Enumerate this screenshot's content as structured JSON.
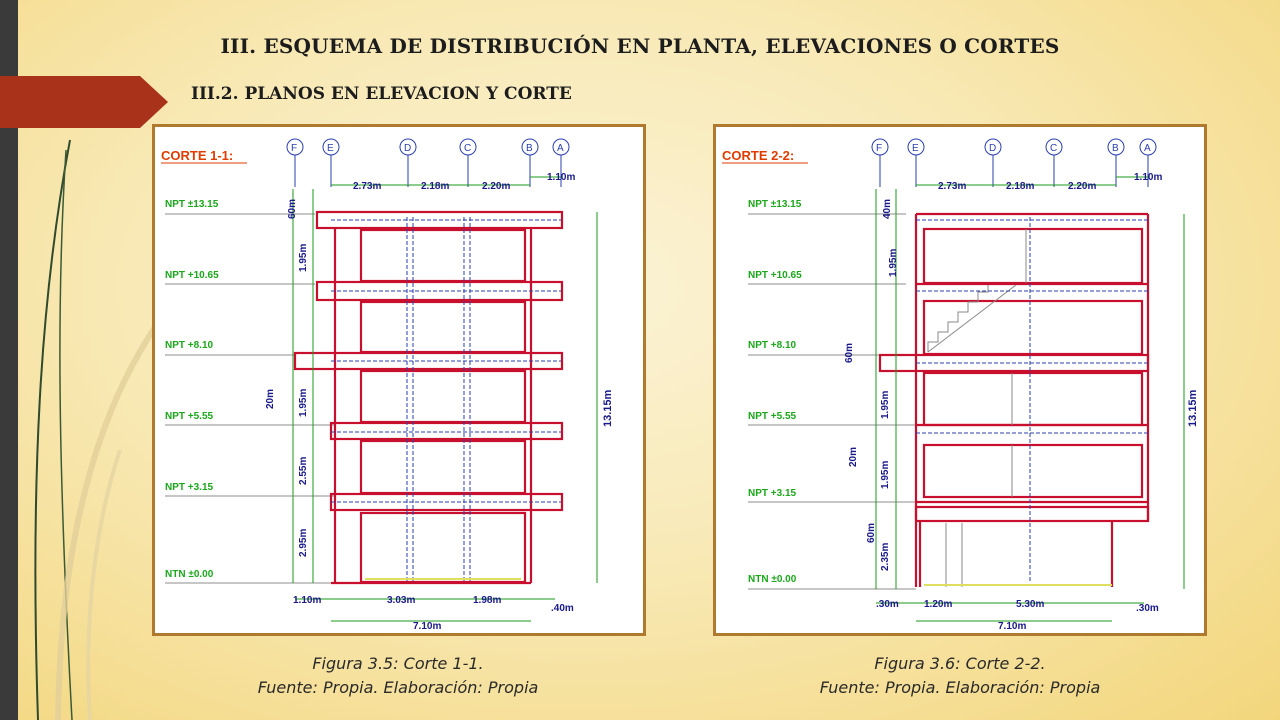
{
  "slide": {
    "title": "III. ESQUEMA DE DISTRIBUCIÓN EN PLANTA, ELEVACIONES O CORTES",
    "subtitle": "III.2. PLANOS EN ELEVACION Y CORTE"
  },
  "colors": {
    "accent": "#a8321a",
    "sidebar": "#3a3a3a",
    "frame": "#b07a2e",
    "wall": "#c8102e",
    "dim": "#1a9a1a",
    "label": "#e03c00",
    "npt": "#1aa81a",
    "hidden": "#2a3fb0"
  },
  "figures": [
    {
      "title": "CORTE 1-1:",
      "axes": [
        "F",
        "E",
        "D",
        "C",
        "B",
        "A"
      ],
      "top_dims": [
        "2.73m",
        "2.18m",
        "2.20m",
        "1.10m"
      ],
      "levels": [
        "NPT ±13.15",
        "NPT +10.65",
        "NPT +8.10",
        "NPT +5.55",
        "NPT +3.15",
        "NTN ±0.00"
      ],
      "left_dims": [
        "60m",
        "1.95m",
        "20m",
        "1.95m",
        "2.55m",
        "2.95m"
      ],
      "height_dim": "13.15m",
      "bottom_dims": [
        "1.10m",
        "3.03m",
        "1.98m",
        ".40m"
      ],
      "total_dim": "7.10m",
      "caption": "Figura 3.5: Corte 1-1.",
      "source": "Fuente: Propia. Elaboración: Propia"
    },
    {
      "title": "CORTE 2-2:",
      "axes": [
        "F",
        "E",
        "D",
        "C",
        "B",
        "A"
      ],
      "top_dims": [
        "2.73m",
        "2.18m",
        "2.20m",
        "1.10m"
      ],
      "levels": [
        "NPT ±13.15",
        "NPT +10.65",
        "NPT +8.10",
        "NPT +5.55",
        "NPT +3.15",
        "NTN ±0.00"
      ],
      "left_dims": [
        "40m",
        "1.95m",
        "60m",
        "1.95m",
        "20m",
        "1.95m",
        "60m",
        "2.35m"
      ],
      "height_dim": "13.15m",
      "bottom_dims": [
        ".30m",
        "1.20m",
        "5.30m",
        ".30m"
      ],
      "total_dim": "7.10m",
      "caption": "Figura 3.6: Corte 2-2.",
      "source": "Fuente: Propia. Elaboración: Propia"
    }
  ]
}
